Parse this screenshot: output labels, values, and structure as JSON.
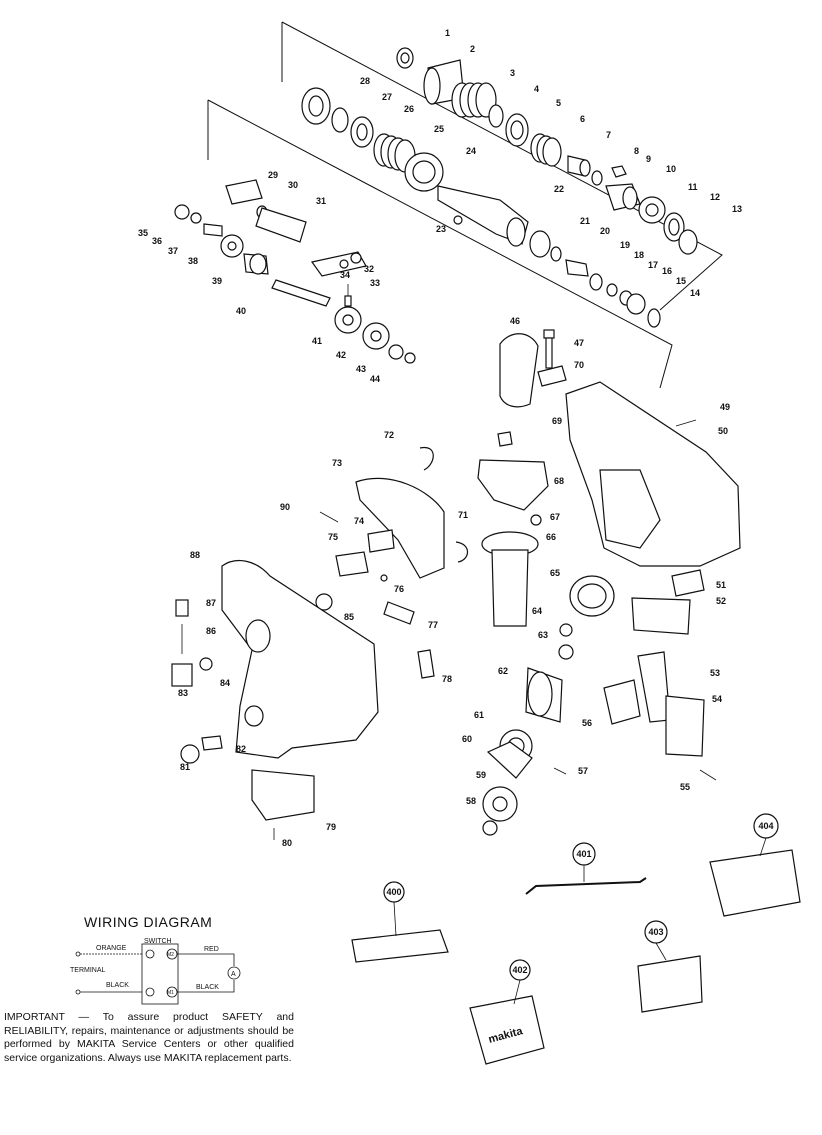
{
  "part_labels": [
    "1",
    "2",
    "3",
    "4",
    "5",
    "6",
    "7",
    "8",
    "9",
    "10",
    "11",
    "12",
    "13",
    "14",
    "15",
    "16",
    "17",
    "18",
    "19",
    "20",
    "21",
    "22",
    "23",
    "24",
    "25",
    "26",
    "27",
    "28",
    "29",
    "30",
    "31",
    "32",
    "33",
    "34",
    "35",
    "36",
    "37",
    "38",
    "39",
    "40",
    "41",
    "42",
    "43",
    "44",
    "46",
    "47",
    "49",
    "50",
    "51",
    "52",
    "53",
    "54",
    "55",
    "56",
    "57",
    "58",
    "59",
    "60",
    "61",
    "62",
    "63",
    "64",
    "65",
    "66",
    "67",
    "68",
    "69",
    "70",
    "71",
    "72",
    "73",
    "74",
    "75",
    "76",
    "77",
    "78",
    "79",
    "80",
    "81",
    "82",
    "83",
    "84",
    "85",
    "86",
    "87",
    "88",
    "90"
  ],
  "accessory_labels": [
    "400",
    "401",
    "402",
    "403",
    "404"
  ],
  "wiring": {
    "title": "WIRING DIAGRAM",
    "switch": "SWITCH",
    "terminal": "TERMINAL",
    "orange": "ORANGE",
    "red": "RED",
    "black_left": "BLACK",
    "black_right": "BLACK",
    "m2": "M2",
    "m1": "M1",
    "a": "A"
  },
  "notice": "IMPORTANT — To assure product SAFETY and RELIABILITY, repairs, maintenance or adjustments should be performed by MAKITA Service Centers or other qualified service organizations. Always use MAKITA replacement parts.",
  "case_brand": "makita"
}
